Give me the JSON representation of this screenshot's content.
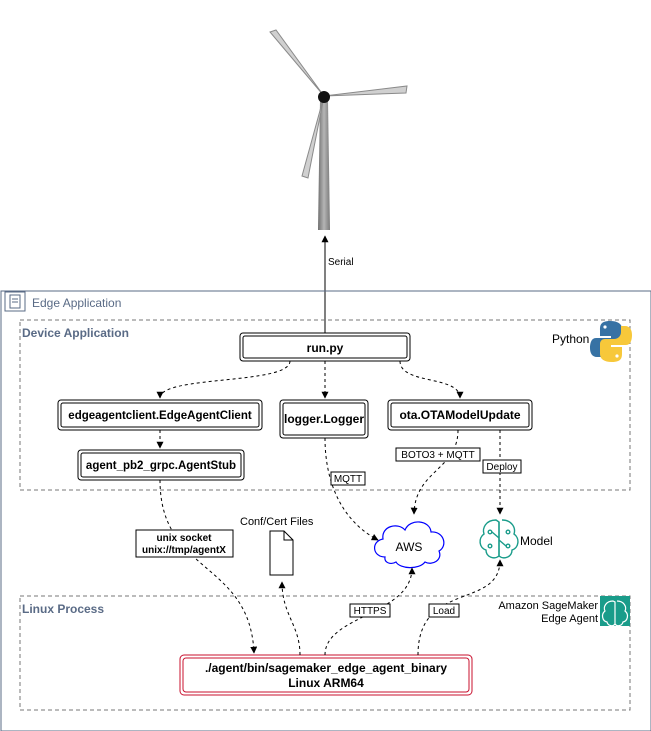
{
  "serial_label": "Serial",
  "edge_application": {
    "title": "Edge Application"
  },
  "device_application": {
    "title": "Device Application",
    "python_label": "Python",
    "run_py": "run.py",
    "edge_agent_client": "edgeagentclient.EdgeAgentClient",
    "agent_stub": "agent_pb2_grpc.AgentStub",
    "logger": "logger.Logger",
    "ota": "ota.OTAModelUpdate"
  },
  "connections": {
    "boto3_mqtt": "BOTO3 + MQTT",
    "deploy": "Deploy",
    "mqtt": "MQTT",
    "unix_socket_line1": "unix socket",
    "unix_socket_line2": "unix://tmp/agentX",
    "https": "HTTPS",
    "load": "Load"
  },
  "conf_cert_files": "Conf/Cert Files",
  "aws_label": "AWS",
  "model_label": "Model",
  "linux_process": {
    "title": "Linux Process",
    "sagemaker_line1": "Amazon SageMaker",
    "sagemaker_line2": "Edge Agent",
    "binary_line1": "./agent/bin/sagemaker_edge_agent_binary",
    "binary_line2": "Linux ARM64"
  },
  "colors": {
    "section_title": "#5a6b86",
    "aws_cloud": "#0000ff",
    "binary_border": "#c8102e",
    "model_icon": "#1a9c8a",
    "sagemaker_icon": "#1a9c8a"
  },
  "icons": {
    "turbine": "wind-turbine-icon",
    "server": "server-icon",
    "python": "python-logo-icon",
    "file": "file-icon",
    "cloud": "cloud-icon",
    "model": "brain-model-icon",
    "sagemaker": "sagemaker-edge-agent-icon"
  }
}
